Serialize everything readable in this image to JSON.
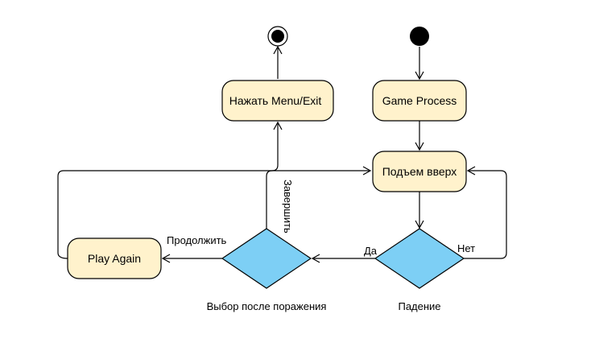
{
  "diagram": {
    "colors": {
      "activity_fill": "#fff2cc",
      "activity_stroke": "#000000",
      "decision_fill": "#7dcff5",
      "line": "#000000",
      "background": "#ffffff"
    },
    "nodes": {
      "end_node": "final node",
      "start_node": "initial node",
      "game_process": "Game Process",
      "press_menu_exit": "Нажать Menu/Exit",
      "rise_up": "Подъем вверх",
      "play_again": "Play Again",
      "choice_decision": "Выбор после поражения",
      "fall_decision": "Падение"
    },
    "edge_labels": {
      "continue": "Продолжить",
      "finish": "Завершить",
      "yes": "Да",
      "no": "Нет"
    }
  }
}
